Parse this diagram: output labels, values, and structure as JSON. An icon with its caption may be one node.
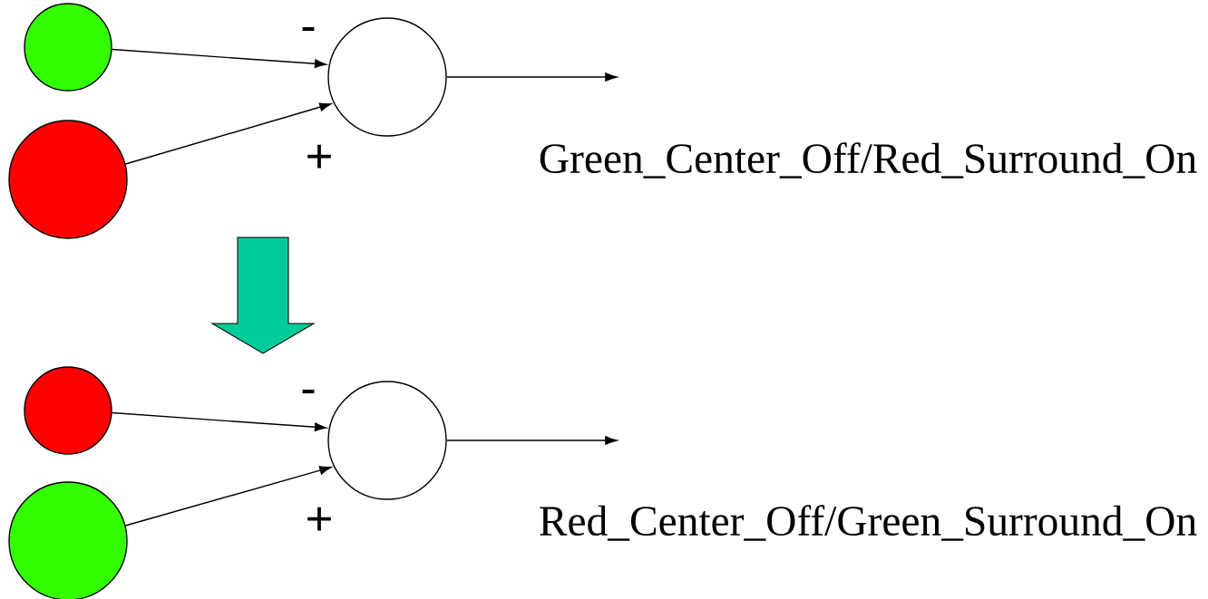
{
  "diagram": {
    "nodes": [
      {
        "text": [],
        "shape": "circle"
      },
      {
        "text": [],
        "shape": "circle"
      },
      {
        "text": [],
        "shape": "circle"
      },
      {
        "text": [],
        "shape": "circle"
      },
      {
        "text": [],
        "shape": "circle"
      },
      {
        "text": [],
        "shape": "circle"
      }
    ],
    "edges": [
      {
        "from": 0,
        "to": 2,
        "arrow": "to"
      },
      {
        "from": 1,
        "to": 2,
        "arrow": "to"
      },
      {
        "from": 2,
        "to": null,
        "arrow": "to"
      },
      {
        "from": 3,
        "to": 5,
        "arrow": "to"
      },
      {
        "from": 4,
        "to": 5,
        "arrow": "to"
      },
      {
        "from": 5,
        "to": null,
        "arrow": "to"
      }
    ],
    "labels": [
      "-",
      "+",
      "Green_Center_Off/Red_Surround_On",
      "-",
      "+",
      "Red_Center_Off/Green_Surround_On"
    ]
  }
}
